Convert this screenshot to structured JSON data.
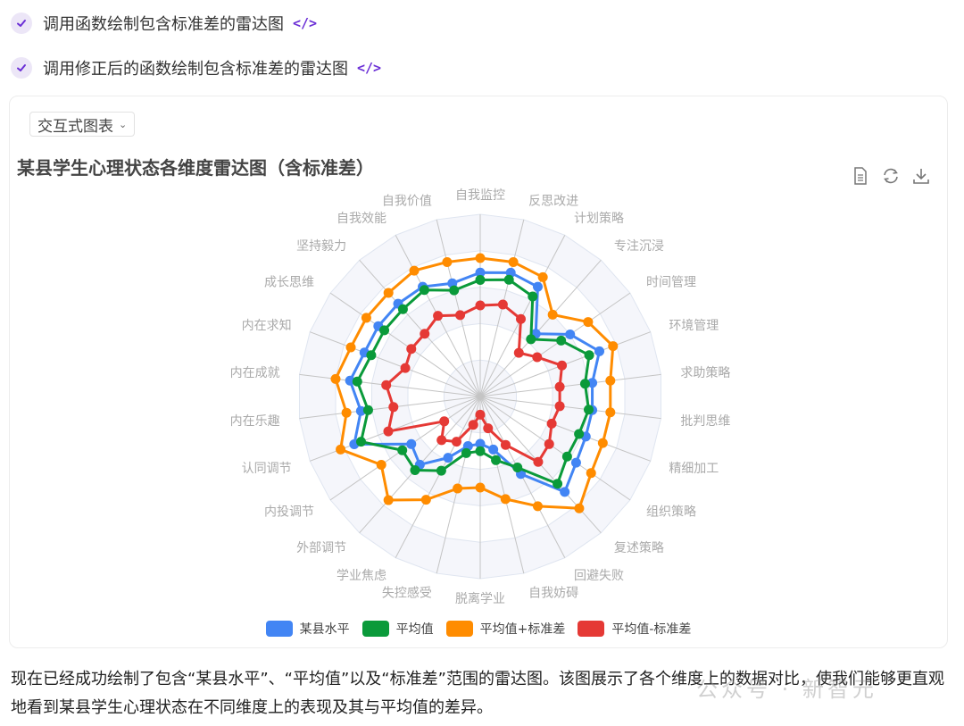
{
  "steps": [
    {
      "label": "调用函数绘制包含标准差的雷达图",
      "code_icon": "</>"
    },
    {
      "label": "调用修正后的函数绘制包含标准差的雷达图",
      "code_icon": "</>"
    }
  ],
  "card": {
    "dropdown_label": "交互式图表",
    "toolbar": [
      "data-view-icon",
      "restore-icon",
      "save-image-icon"
    ]
  },
  "chart_data": {
    "type": "radar",
    "title": "某县学生心理状态各维度雷达图（含标准差）",
    "indicators": [
      "自我监控",
      "反思改进",
      "计划策略",
      "专注沉浸",
      "时间管理",
      "环境管理",
      "求助策略",
      "批判思维",
      "精细加工",
      "组织策略",
      "复述策略",
      "回避失败",
      "自我妨碍",
      "脱离学业",
      "失控感受",
      "学业焦虑",
      "外部调节",
      "内投调节",
      "认同调节",
      "内在乐趣",
      "内在成就",
      "内在求知",
      "成长思维",
      "坚持毅力",
      "自我效能",
      "自我价值"
    ],
    "max": 5,
    "split_number": 5,
    "legend_position": "bottom",
    "series": [
      {
        "name": "某县水平",
        "color": "#4285f4",
        "values": [
          3.4,
          3.5,
          3.4,
          2.3,
          3.0,
          3.5,
          3.1,
          3.1,
          3.1,
          3.2,
          3.5,
          2.4,
          1.5,
          1.3,
          1.4,
          1.9,
          2.5,
          2.3,
          3.7,
          3.3,
          3.6,
          3.4,
          3.4,
          3.4,
          3.4,
          3.2
        ]
      },
      {
        "name": "平均值",
        "color": "#0a9a3a",
        "values": [
          3.2,
          3.3,
          3.1,
          2.1,
          2.7,
          3.2,
          2.9,
          3.0,
          2.9,
          2.9,
          3.2,
          2.2,
          1.8,
          1.5,
          1.6,
          2.3,
          2.7,
          2.6,
          3.5,
          3.1,
          3.4,
          3.2,
          3.2,
          3.2,
          3.3,
          3.0
        ]
      },
      {
        "name": "平均值+标准差",
        "color": "#ff8c00",
        "values": [
          3.8,
          3.8,
          3.7,
          3.0,
          3.6,
          3.9,
          3.6,
          3.6,
          3.6,
          3.7,
          4.1,
          3.4,
          2.9,
          2.5,
          2.6,
          3.2,
          3.8,
          3.3,
          4.1,
          3.7,
          4.0,
          3.8,
          3.8,
          3.8,
          3.9,
          3.8
        ]
      },
      {
        "name": "平均值-标准差",
        "color": "#e53935",
        "values": [
          2.5,
          2.6,
          2.4,
          1.6,
          1.9,
          2.4,
          2.2,
          2.2,
          2.1,
          2.3,
          2.4,
          1.5,
          0.9,
          0.5,
          0.8,
          1.4,
          1.6,
          1.2,
          2.7,
          2.4,
          2.6,
          2.2,
          2.3,
          2.3,
          2.5,
          2.3
        ]
      }
    ]
  },
  "paragraph": "现在已经成功绘制了包含“某县水平”、“平均值”以及“标准差”范围的雷达图。该图展示了各个维度上的数据对比，使我们能够更直观地看到某县学生心理状态在不同维度上的表现及其与平均值的差异。",
  "watermark": "公众号 · 新智元"
}
